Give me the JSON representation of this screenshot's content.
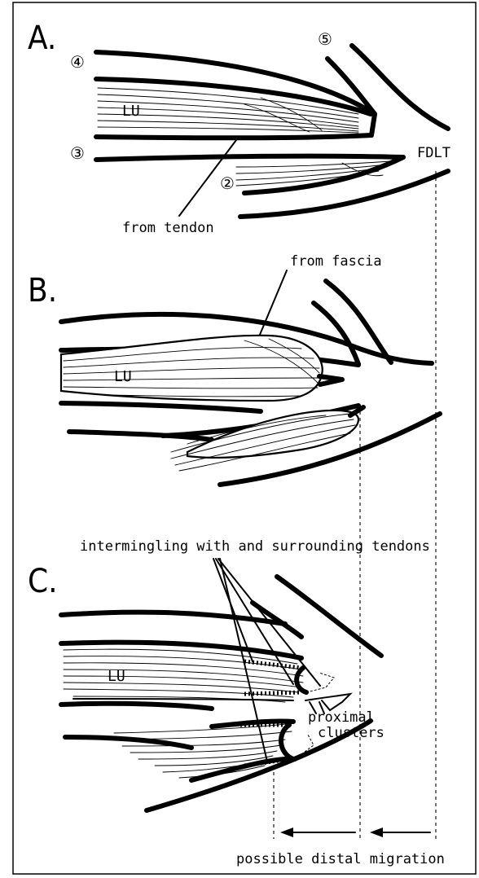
{
  "panels": {
    "a": {
      "letter": "A."
    },
    "b": {
      "letter": "B."
    },
    "c": {
      "letter": "C."
    }
  },
  "labels": {
    "lu_a": "LU",
    "lu_b": "LU",
    "lu_c": "LU",
    "fdlt": "FDLT",
    "from_tendon": "from tendon",
    "from_fascia": "from fascia",
    "intermingling": "intermingling with and surrounding tendons",
    "proximal": "proximal",
    "clusters": "clusters",
    "migration": "possible distal migration"
  },
  "digits": {
    "d4": "④",
    "d5": "⑤",
    "d3": "③",
    "d2": "②"
  }
}
